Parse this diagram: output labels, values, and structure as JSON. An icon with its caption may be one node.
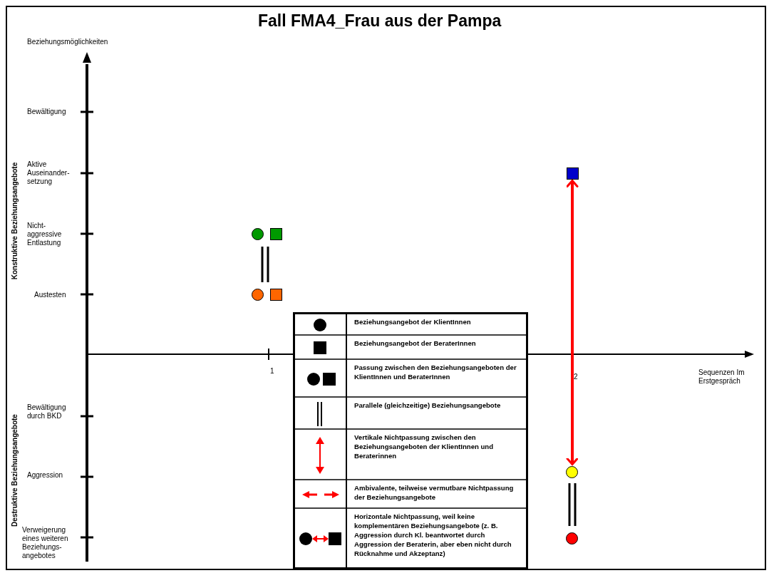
{
  "diagram": {
    "title": "Fall FMA4_Frau aus der Pampa",
    "nodes": [
      {
        "text": [],
        "shape": "circle"
      },
      {
        "text": [],
        "shape": "box"
      },
      {
        "text": [],
        "shape": "circle"
      },
      {
        "text": [],
        "shape": "box"
      },
      {
        "text": [],
        "shape": "box"
      },
      {
        "text": [],
        "shape": "circle"
      },
      {
        "text": [],
        "shape": "circle"
      }
    ],
    "edges": [
      {
        "from": 4,
        "to": 5,
        "arrow": "both"
      }
    ],
    "labels": [
      "Beziehungsmöglichkeiten",
      "Bewältigung",
      "Konstruktive Beziehungsangebote",
      "Aktive Auseinander-setzung",
      "Nicht-aggressive Entlastung",
      "Austesten",
      "1",
      "2",
      "Sequenzen Im Erstgespräch",
      "Bewältigung durch BKD",
      "Destruktive Beziehungsangebote",
      "Aggression",
      "Verweigerung eines weiteren Beziehungs-angebotes"
    ],
    "legend": [
      {
        "text": "Beziehungsangebot der KlientInnen"
      },
      {
        "text": "Beziehungsangebot der BeraterInnen"
      },
      {
        "text": "Passung zwischen den Beziehungsangeboten der KlientInnen und BeraterInnen"
      },
      {
        "text": "Parallele (gleichzeitige) Beziehungsangebote"
      },
      {
        "text": "Vertikale Nichtpassung zwischen den Beziehungsangeboten der KlientInnen und Beraterinnen"
      },
      {
        "text": "Ambivalente, teilweise vermutbare Nichtpassung der Beziehungsangebote"
      },
      {
        "text": "Horizontale Nichtpassung, weil keine komplementären Beziehungsangebote (z. B. Aggression durch Kl. beantwortet durch Aggression der Beraterin, aber eben nicht durch Rücknahme und Akzeptanz)"
      }
    ]
  }
}
